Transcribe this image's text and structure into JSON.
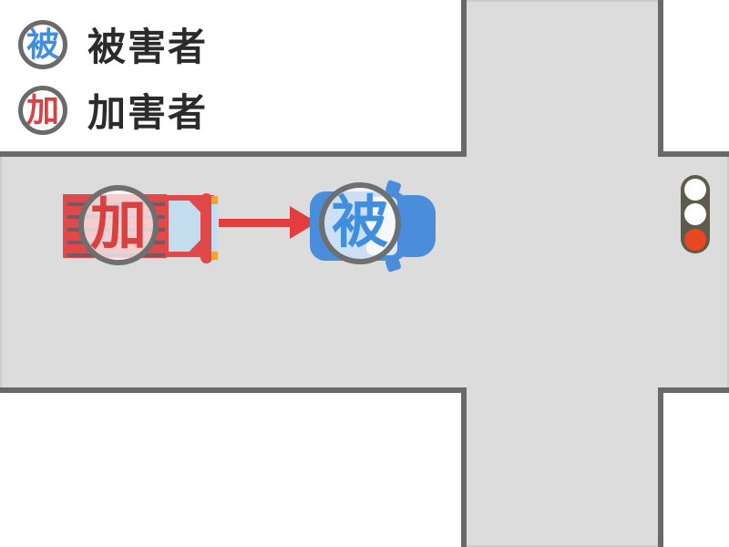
{
  "diagram": {
    "kind": "traffic-accident-diagram",
    "legend": {
      "items": [
        {
          "badge": "被",
          "label": "被害者",
          "badge_color": "#3f8fde"
        },
        {
          "badge": "加",
          "label": "加害者",
          "badge_color": "#dd4040"
        }
      ]
    },
    "vehicles": [
      {
        "role": "perpetrator",
        "type": "truck",
        "badge": "加",
        "badge_color": "#d94040",
        "body_color": "#e0484a",
        "heading": "right"
      },
      {
        "role": "victim",
        "type": "car",
        "badge": "被",
        "badge_color": "#3f8fde",
        "body_color": "#4a8edb",
        "heading": "right"
      }
    ],
    "impact_arrow": {
      "direction": "right",
      "color": "#e23e3e"
    },
    "traffic_light": {
      "orientation": "vertical",
      "active_light": "red",
      "lights": [
        {
          "position": "top",
          "state": "off",
          "color": "#ffffff"
        },
        {
          "position": "middle",
          "state": "off",
          "color": "#ffffff"
        },
        {
          "position": "bottom",
          "state": "on",
          "color": "#e8481f"
        }
      ],
      "housing_color": "#5e5a4c"
    },
    "colors": {
      "road": "#dcdcdc",
      "block_fill": "#ffffff",
      "block_border": "#696969"
    }
  }
}
